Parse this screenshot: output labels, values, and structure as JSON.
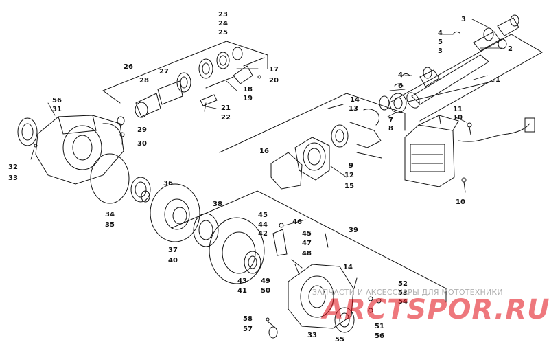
{
  "callouts": {
    "c1": "1",
    "c2": "2",
    "c3a": "3",
    "c3b": "3",
    "c4a": "4",
    "c4b": "4",
    "c5": "5",
    "c6": "6",
    "c7": "7",
    "c8": "8",
    "c9": "9",
    "c10a": "10",
    "c10b": "10",
    "c11": "11",
    "c12": "12",
    "c13": "13",
    "c14a": "14",
    "c14b": "14",
    "c15": "15",
    "c16": "16",
    "c17": "17",
    "c18": "18",
    "c19": "19",
    "c20": "20",
    "c21": "21",
    "c22": "22",
    "c23": "23",
    "c24": "24",
    "c25": "25",
    "c26": "26",
    "c27": "27",
    "c28": "28",
    "c29": "29",
    "c30": "30",
    "c31": "31",
    "c32": "32",
    "c33a": "33",
    "c33b": "33",
    "c34": "34",
    "c35": "35",
    "c36": "36",
    "c37": "37",
    "c38": "38",
    "c39": "39",
    "c40": "40",
    "c41": "41",
    "c42": "42",
    "c43": "43",
    "c44": "44",
    "c45a": "45",
    "c45b": "45",
    "c46": "46",
    "c47": "47",
    "c48": "48",
    "c49": "49",
    "c50": "50",
    "c51": "51",
    "c52": "52",
    "c53": "53",
    "c54": "54",
    "c55": "55",
    "c56a": "56",
    "c56b": "56",
    "c57": "57",
    "c58": "58"
  },
  "watermark": {
    "line1": "ЗАПЧАСТИ И АКСЕССУАРЫ ДЛЯ МОТОТЕХНИКИ",
    "line2": "ARCTSPOR.RU"
  },
  "colors": {
    "line": "#111111",
    "watermark_red": "#e10a14",
    "watermark_gray": "#b0b0b0"
  }
}
